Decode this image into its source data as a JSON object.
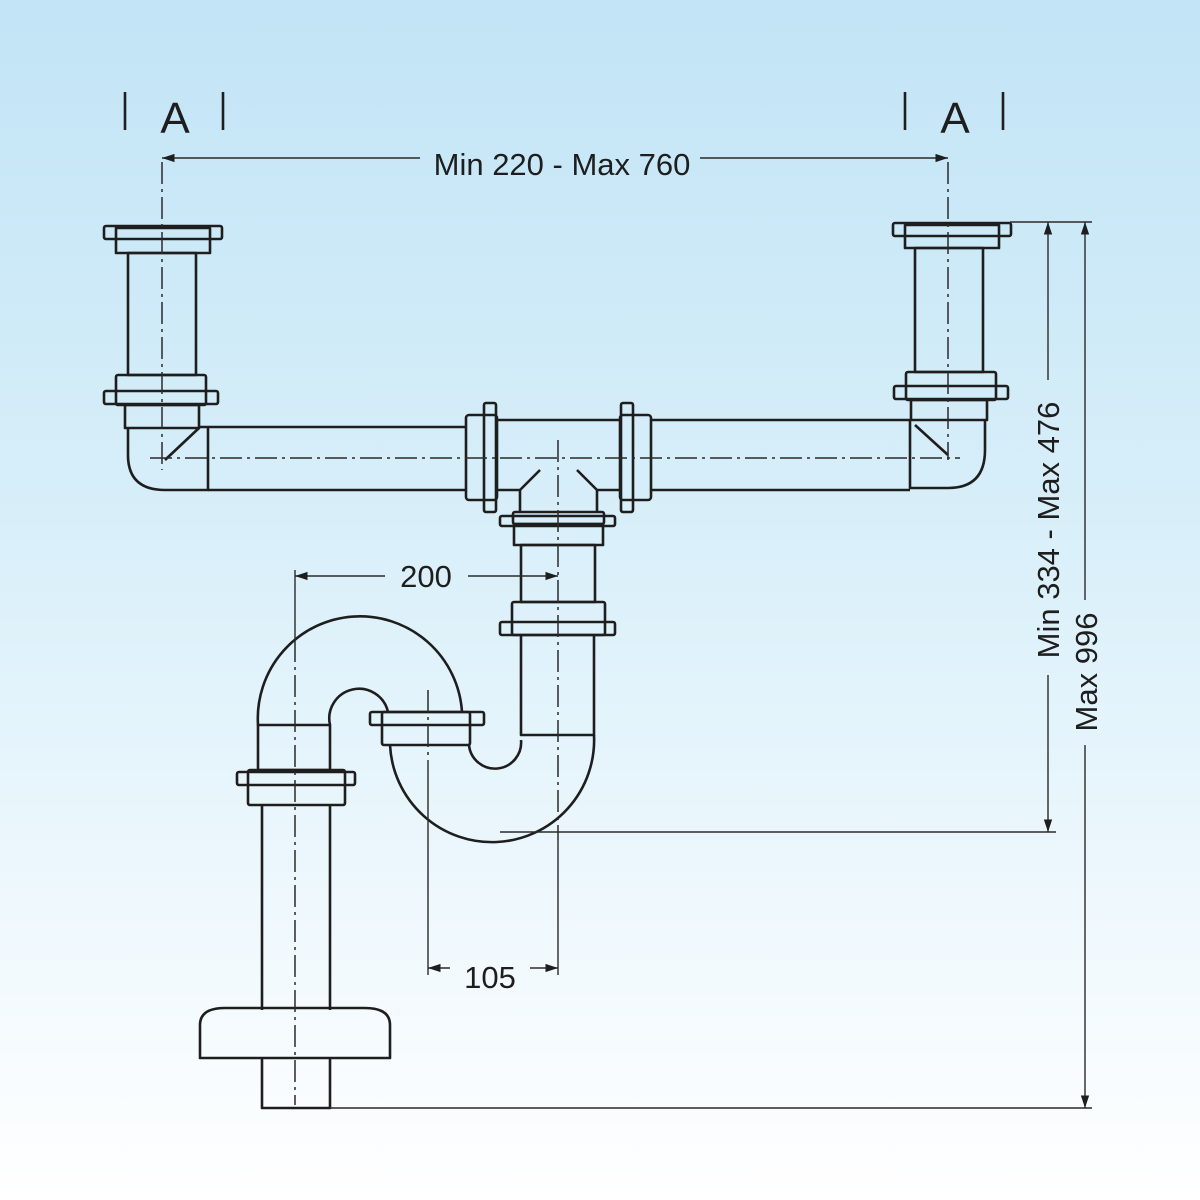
{
  "section_markers": {
    "left": "A",
    "right": "A"
  },
  "dimensions": {
    "inlet_spacing": "Min 220 - Max 760",
    "trap_offset": "200",
    "outlet_offset": "105",
    "trap_height": "Min 334 - Max 476",
    "total_height": "Max 996"
  },
  "colors": {
    "background_top": "#c2e4f6",
    "background_bottom": "#ffffff",
    "line": "#1e1e1e"
  }
}
